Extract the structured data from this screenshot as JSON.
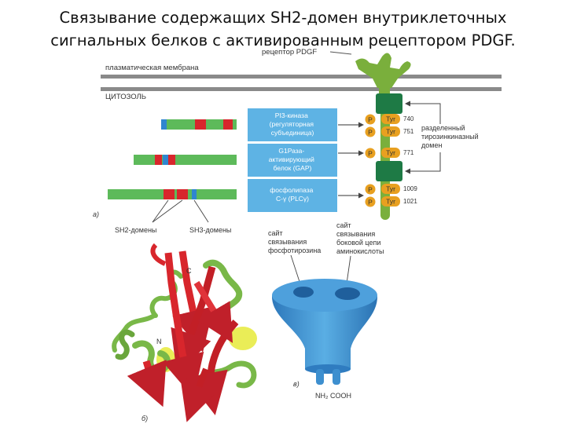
{
  "title": {
    "line1": "Связывание содержащих SH2-домен внутриклеточных",
    "line2": "сигнальных белков с активированным рецептором PDGF."
  },
  "panel_a": {
    "receptor_label": "рецептор PDGF",
    "membrane_label": "плазматическая мембрана",
    "cytosol_label": "ЦИТОЗОЛЬ",
    "boxes": [
      {
        "lines": [
          "PI3-киназа",
          "(регуляторная",
          "субъединица)"
        ]
      },
      {
        "lines": [
          "G1Раза-",
          "активирующий",
          "белок (GAP)"
        ]
      },
      {
        "lines": [
          "фосфолипаза",
          "C-γ (PLCγ)"
        ]
      }
    ],
    "sites": [
      {
        "p": "P",
        "tyr": "Tyr",
        "num": "740"
      },
      {
        "p": "P",
        "tyr": "Tyr",
        "num": "751"
      },
      {
        "p": "P",
        "tyr": "Tyr",
        "num": "771"
      },
      {
        "p": "P",
        "tyr": "Tyr",
        "num": "1009"
      },
      {
        "p": "P",
        "tyr": "Tyr",
        "num": "1021"
      }
    ],
    "kinase_label": [
      "разделенный",
      "тирозинкиназный",
      "домен"
    ],
    "sh2_label": "SH2-домены",
    "sh3_label": "SH3-домены",
    "panel_letter": "а)"
  },
  "panel_b": {
    "panel_letter": "б)",
    "c_label": "C",
    "n_label": "N"
  },
  "panel_c": {
    "site1_label": [
      "сайт",
      "связывания",
      "фосфотирозина"
    ],
    "site2_label": [
      "сайт",
      "связывания",
      "боковой цепи",
      "аминокислоты"
    ],
    "termini_label": "NH₂ COOH",
    "panel_letter": "в)"
  },
  "colors": {
    "membrane": "#8a8a8a",
    "receptor": "#7aaf3c",
    "kinase_domain": "#1e7a45",
    "phospho": "#e8a020",
    "info_box": "#5eb3e4",
    "strand_red": "#d8262c",
    "helix_green": "#79b848",
    "highlight_yellow": "#e6ea3a",
    "domain_blue": "#3d8fcf",
    "bar_green": "#5dba5a",
    "sh3_blue": "#2f86d0"
  }
}
